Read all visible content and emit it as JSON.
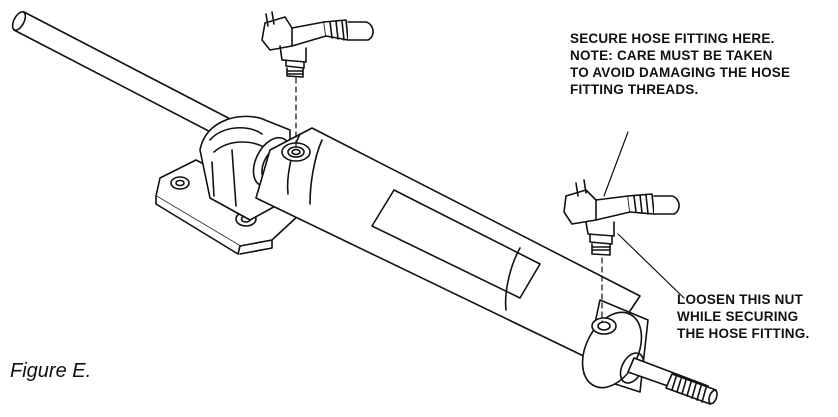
{
  "figure": {
    "caption": "Figure E.",
    "callout_secure": {
      "lines": [
        "SECURE HOSE FITTING HERE.",
        "NOTE: CARE MUST BE TAKEN",
        "TO AVOID DAMAGING THE HOSE",
        "FITTING THREADS."
      ]
    },
    "callout_loosen": {
      "lines": [
        "LOOSEN THIS NUT",
        "WHILE SECURING",
        "THE HOSE FITTING."
      ]
    }
  }
}
